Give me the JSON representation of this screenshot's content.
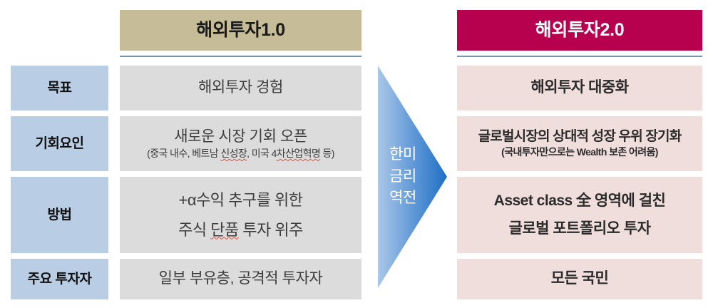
{
  "columns": {
    "left": {
      "header": "해외투자1.0",
      "header_bg": "#c6bd98",
      "cell_bg": "#dcdcdc"
    },
    "right": {
      "header": "해외투자2.0",
      "header_bg": "#b7014f",
      "cell_bg": "#f0dedd"
    }
  },
  "row_labels": {
    "bg": "#b9cde4",
    "goal": "목표",
    "opportunity": "기회요인",
    "method": "방법",
    "investors": "주요 투자자"
  },
  "rows": {
    "goal": {
      "left": "해외투자 경험",
      "right": "해외투자 대중화"
    },
    "opportunity": {
      "left_main": "새로운 시장 기회 오픈",
      "left_sub_prefix": "(중국 내수, 베트남 ",
      "left_sub_mark1": "신성장",
      "left_sub_mid": ", 미국 4",
      "left_sub_mark2": "차산업혁명",
      "left_sub_suffix": " 등)",
      "right_main": "글로벌시장의 상대적 성장 우위 장기화",
      "right_sub": "(국내투자만으로는 Wealth 보존 어려움)"
    },
    "method": {
      "left_line1": "+α수익 추구를 위한",
      "left_line2_prefix": "주식 ",
      "left_line2_mark": "단품",
      "left_line2_suffix": " 투자 위주",
      "right_line1": "Asset class 全 영역에 걸친",
      "right_line2": "글로벌 포트폴리오 투자"
    },
    "investors": {
      "left": "일부 부유층, 공격적 투자자",
      "right": "모든 국민"
    }
  },
  "arrow": {
    "line1": "한미",
    "line2": "금리",
    "line3": "역전",
    "color_start": "#a9c7e8",
    "color_end": "#1f6fc4",
    "text_color": "#ffffff"
  },
  "divider_color": "#7593b5"
}
